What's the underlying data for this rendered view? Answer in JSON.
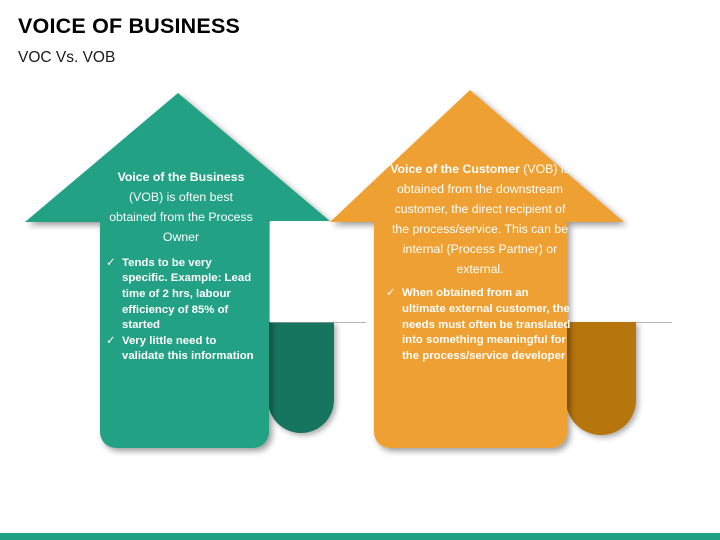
{
  "slide": {
    "title": "VOICE OF BUSINESS",
    "subtitle": "VOC Vs. VOB",
    "background": "#ffffff"
  },
  "colors": {
    "green": "#21a184",
    "green_dark": "#17745f",
    "orange": "#efa033",
    "orange_dark": "#b7750d",
    "footer_bar": "#21a184",
    "text_on_shape": "#ffffff",
    "title_text": "#000000",
    "shadow": "rgba(0,0,0,0.35)"
  },
  "left_house": {
    "name": "voice-of-the-business",
    "fill": "#21a184",
    "back_fill": "#17745f",
    "heading": {
      "lead": "Voice of the Business",
      "rest": "(VOB) is often best obtained from the Process Owner"
    },
    "bullet_marker": "✓",
    "bullets": [
      "Tends to be very specific. Example: Lead time of 2 hrs, labour efficiency of 85% of started",
      "Very little need to validate this information"
    ]
  },
  "right_house": {
    "name": "voice-of-the-customer",
    "fill": "#efa033",
    "back_fill": "#b7750d",
    "heading": {
      "lead": "Voice of the Customer",
      "rest": "(VOB) is obtained from the downstream customer, the direct recipient of the process/service. This can be internal (Process Partner) or external."
    },
    "bullet_marker": "✓",
    "bullets": [
      "When obtained from an ultimate external customer, the needs must often be translated into something meaningful for the process/service developer"
    ]
  }
}
